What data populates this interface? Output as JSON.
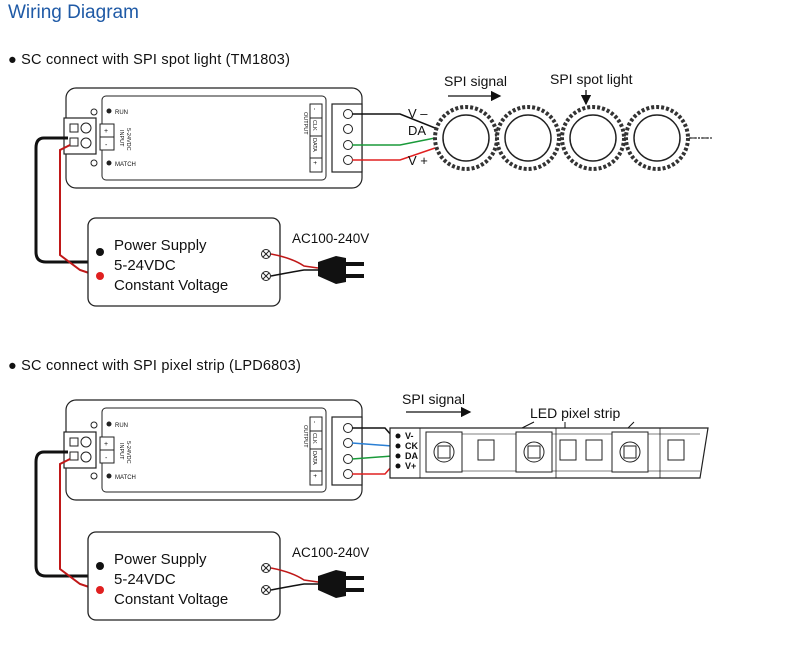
{
  "title": "Wiring Diagram",
  "sections": [
    {
      "heading": "● SC connect with SPI spot light (TM1803)",
      "controller": {
        "run": "RUN",
        "match": "MATCH",
        "input": "INPUT",
        "voltage": "5-24VDC",
        "plus": "+",
        "minus": "-",
        "output": "OUTPUT",
        "terminals": [
          "-",
          "CLK",
          "DATA",
          "+"
        ]
      },
      "signal_label": "SPI signal",
      "device_label": "SPI spot light",
      "wire_labels": [
        "V –",
        "DA",
        "V +"
      ],
      "psu_lines": [
        "Power Supply",
        "5-24VDC",
        "Constant Voltage"
      ],
      "ac_label": "AC100-240V"
    },
    {
      "heading": "● SC connect with SPI pixel strip (LPD6803)",
      "controller": {
        "run": "RUN",
        "match": "MATCH",
        "input": "INPUT",
        "voltage": "5-24VDC",
        "plus": "+",
        "minus": "-",
        "output": "OUTPUT",
        "terminals": [
          "-",
          "CLK",
          "DATA",
          "+"
        ]
      },
      "signal_label": "SPI signal",
      "device_label": "LED pixel strip",
      "wire_labels": [
        "V-",
        "CK",
        "DA",
        "V+"
      ],
      "psu_lines": [
        "Power Supply",
        "5-24VDC",
        "Constant Voltage"
      ],
      "ac_label": "AC100-240V"
    }
  ],
  "colors": {
    "title": "#1f5aa6",
    "red_wire": "#e02020",
    "green_wire": "#1a9a3a",
    "blue_wire": "#2a7fd4",
    "black_wire": "#111111"
  }
}
